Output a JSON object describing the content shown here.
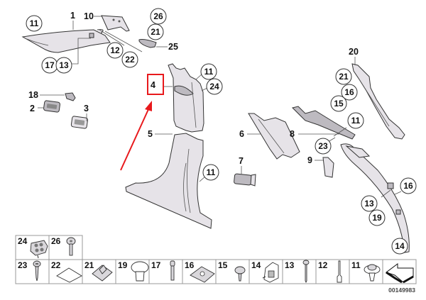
{
  "diagram": {
    "title": "Interior trim panel B-pillar exploded parts diagram",
    "reference_number": "00149983",
    "highlight": {
      "part": "4",
      "box_color": "#e8191c",
      "arrow_color": "#e8191c"
    },
    "plain_labels": [
      {
        "id": "p1",
        "text": "1"
      },
      {
        "id": "p10",
        "text": "10"
      },
      {
        "id": "p25",
        "text": "25"
      },
      {
        "id": "p18",
        "text": "18"
      },
      {
        "id": "p2",
        "text": "2"
      },
      {
        "id": "p3",
        "text": "3"
      },
      {
        "id": "p4",
        "text": "4"
      },
      {
        "id": "p5",
        "text": "5"
      },
      {
        "id": "p6",
        "text": "6"
      },
      {
        "id": "p7",
        "text": "7"
      },
      {
        "id": "p8",
        "text": "8"
      },
      {
        "id": "p9",
        "text": "9"
      },
      {
        "id": "p20",
        "text": "20"
      }
    ],
    "circled_labels": [
      {
        "id": "c11a",
        "text": "11"
      },
      {
        "id": "c26a",
        "text": "26"
      },
      {
        "id": "c21a",
        "text": "21"
      },
      {
        "id": "c12a",
        "text": "12"
      },
      {
        "id": "c22a",
        "text": "22"
      },
      {
        "id": "c17a",
        "text": "17"
      },
      {
        "id": "c13a",
        "text": "13"
      },
      {
        "id": "c11b",
        "text": "11"
      },
      {
        "id": "c24a",
        "text": "24"
      },
      {
        "id": "c11c",
        "text": "11"
      },
      {
        "id": "c21b",
        "text": "21"
      },
      {
        "id": "c16a",
        "text": "16"
      },
      {
        "id": "c15a",
        "text": "15"
      },
      {
        "id": "c11d",
        "text": "11"
      },
      {
        "id": "c23a",
        "text": "23"
      },
      {
        "id": "c16b",
        "text": "16"
      },
      {
        "id": "c13b",
        "text": "13"
      },
      {
        "id": "c19a",
        "text": "19"
      },
      {
        "id": "c14a",
        "text": "14"
      }
    ],
    "hardware_table": {
      "row1": [
        {
          "label": "24",
          "icon": "switch-clip-icon"
        },
        {
          "label": "26",
          "icon": "bolt-icon"
        }
      ],
      "row2": [
        {
          "label": "23",
          "icon": "screw-icon"
        },
        {
          "label": "22",
          "icon": "pad-icon"
        },
        {
          "label": "21",
          "icon": "clip-nut-icon"
        },
        {
          "label": "19",
          "icon": "push-rivet-icon"
        },
        {
          "label": "17",
          "icon": "bolt-icon"
        },
        {
          "label": "16",
          "icon": "spring-nut-icon"
        },
        {
          "label": "15",
          "icon": "hex-screw-icon"
        },
        {
          "label": "14",
          "icon": "bracket-clip-icon"
        },
        {
          "label": "13",
          "icon": "long-screw-icon"
        },
        {
          "label": "12",
          "icon": "pin-rivet-icon"
        },
        {
          "label": "11",
          "icon": "trim-clip-icon"
        },
        {
          "label": "",
          "icon": "direction-arrow-icon"
        }
      ]
    }
  }
}
